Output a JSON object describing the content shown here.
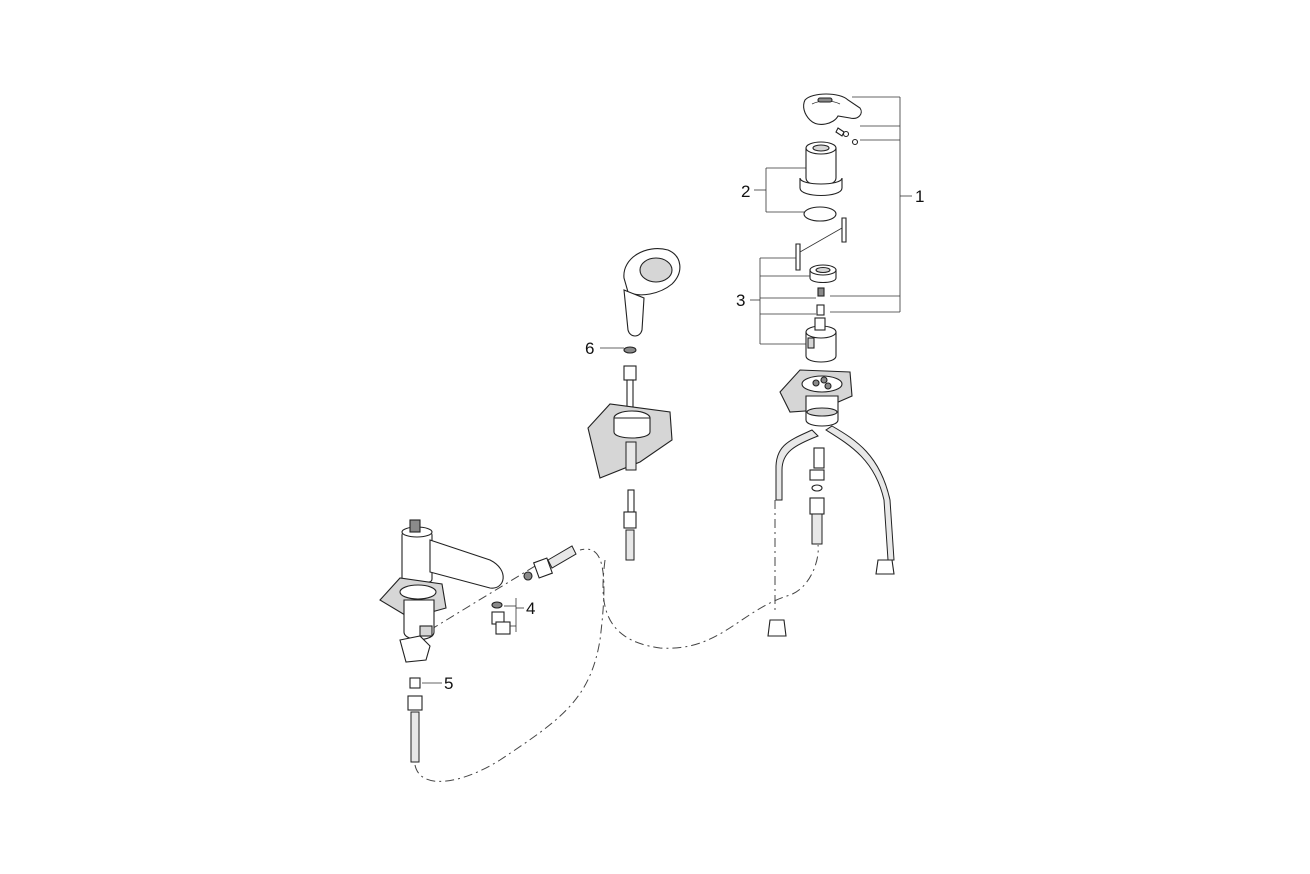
{
  "diagram": {
    "callouts": [
      "1",
      "2",
      "3",
      "4",
      "5",
      "6"
    ]
  }
}
